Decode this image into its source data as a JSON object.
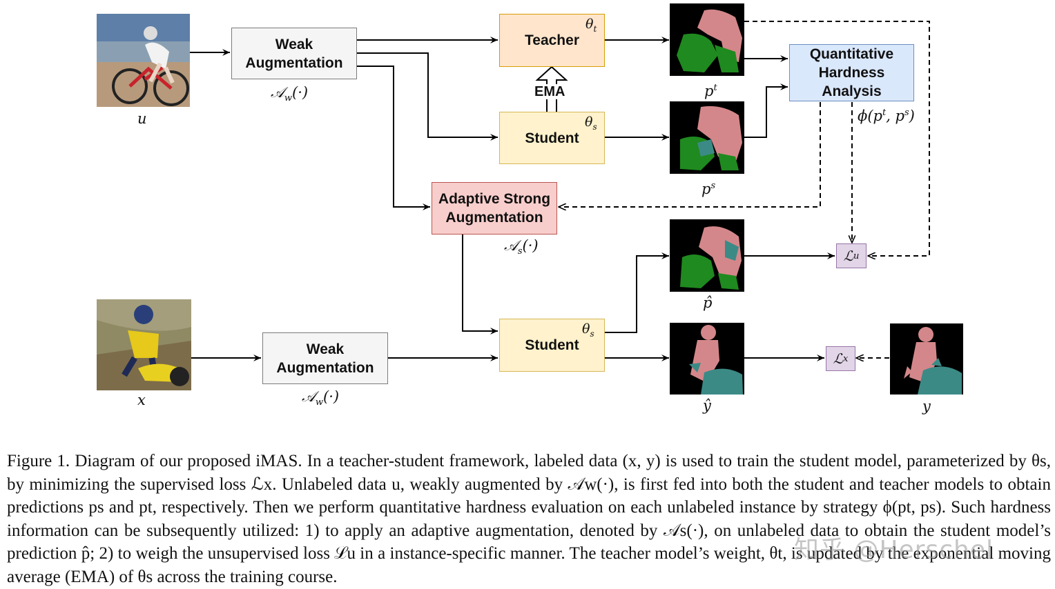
{
  "diagram": {
    "weak_aug_top": {
      "line1": "Weak",
      "line2": "Augmentation",
      "label": "𝒜w(·)"
    },
    "weak_aug_bottom": {
      "line1": "Weak",
      "line2": "Augmentation",
      "label": "𝒜w(·)"
    },
    "teacher": {
      "label": "Teacher",
      "param": "θt"
    },
    "student_top": {
      "label": "Student",
      "param": "θs"
    },
    "student_bottom": {
      "label": "Student",
      "param": "θs"
    },
    "ema": "EMA",
    "strong_aug": {
      "line1": "Adaptive Strong",
      "line2": "Augmentation",
      "label": "𝒜s(·)"
    },
    "qha": {
      "line1": "Quantitative",
      "line2": "Hardness",
      "line3": "Analysis",
      "label": "ϕ(pt, ps)"
    },
    "loss_u": "ℒu",
    "loss_x": "ℒx",
    "labels": {
      "u": "u",
      "x": "x",
      "pt": "pt",
      "ps": "ps",
      "phat": "p̂",
      "yhat": "ŷ",
      "y": "y"
    },
    "colors": {
      "weak": "#f5f5f5",
      "teacher": "#ffe5cc",
      "student": "#fff2cc",
      "strong": "#f8cecc",
      "qha": "#dae8fc",
      "loss": "#e1d5e7",
      "person_mask": "#d4878a",
      "bike_mask_green": "#1f8a1f",
      "bike_mask_teal": "#3b8a86"
    }
  },
  "caption": {
    "prefix": "Figure 1. Diagram of our proposed iMAS.",
    "text": "In a teacher-student framework, labeled data (x, y) is used to train the student model, parameterized by θs, by minimizing the supervised loss ℒx. Unlabeled data u, weakly augmented by 𝒜w(·), is first fed into both the student and teacher models to obtain predictions ps and pt, respectively. Then we perform quantitative hardness evaluation on each unlabeled instance by strategy ϕ(pt, ps). Such hardness information can be subsequently utilized: 1) to apply an adaptive augmentation, denoted by 𝒜s(·), on unlabeled data to obtain the student model’s prediction p̂; 2) to weigh the unsupervised loss ℒu in a instance-specific manner. The teacher model’s weight, θt, is updated by the exponential moving average (EMA) of θs across the training course."
  },
  "watermark": "知乎 @Herschel"
}
